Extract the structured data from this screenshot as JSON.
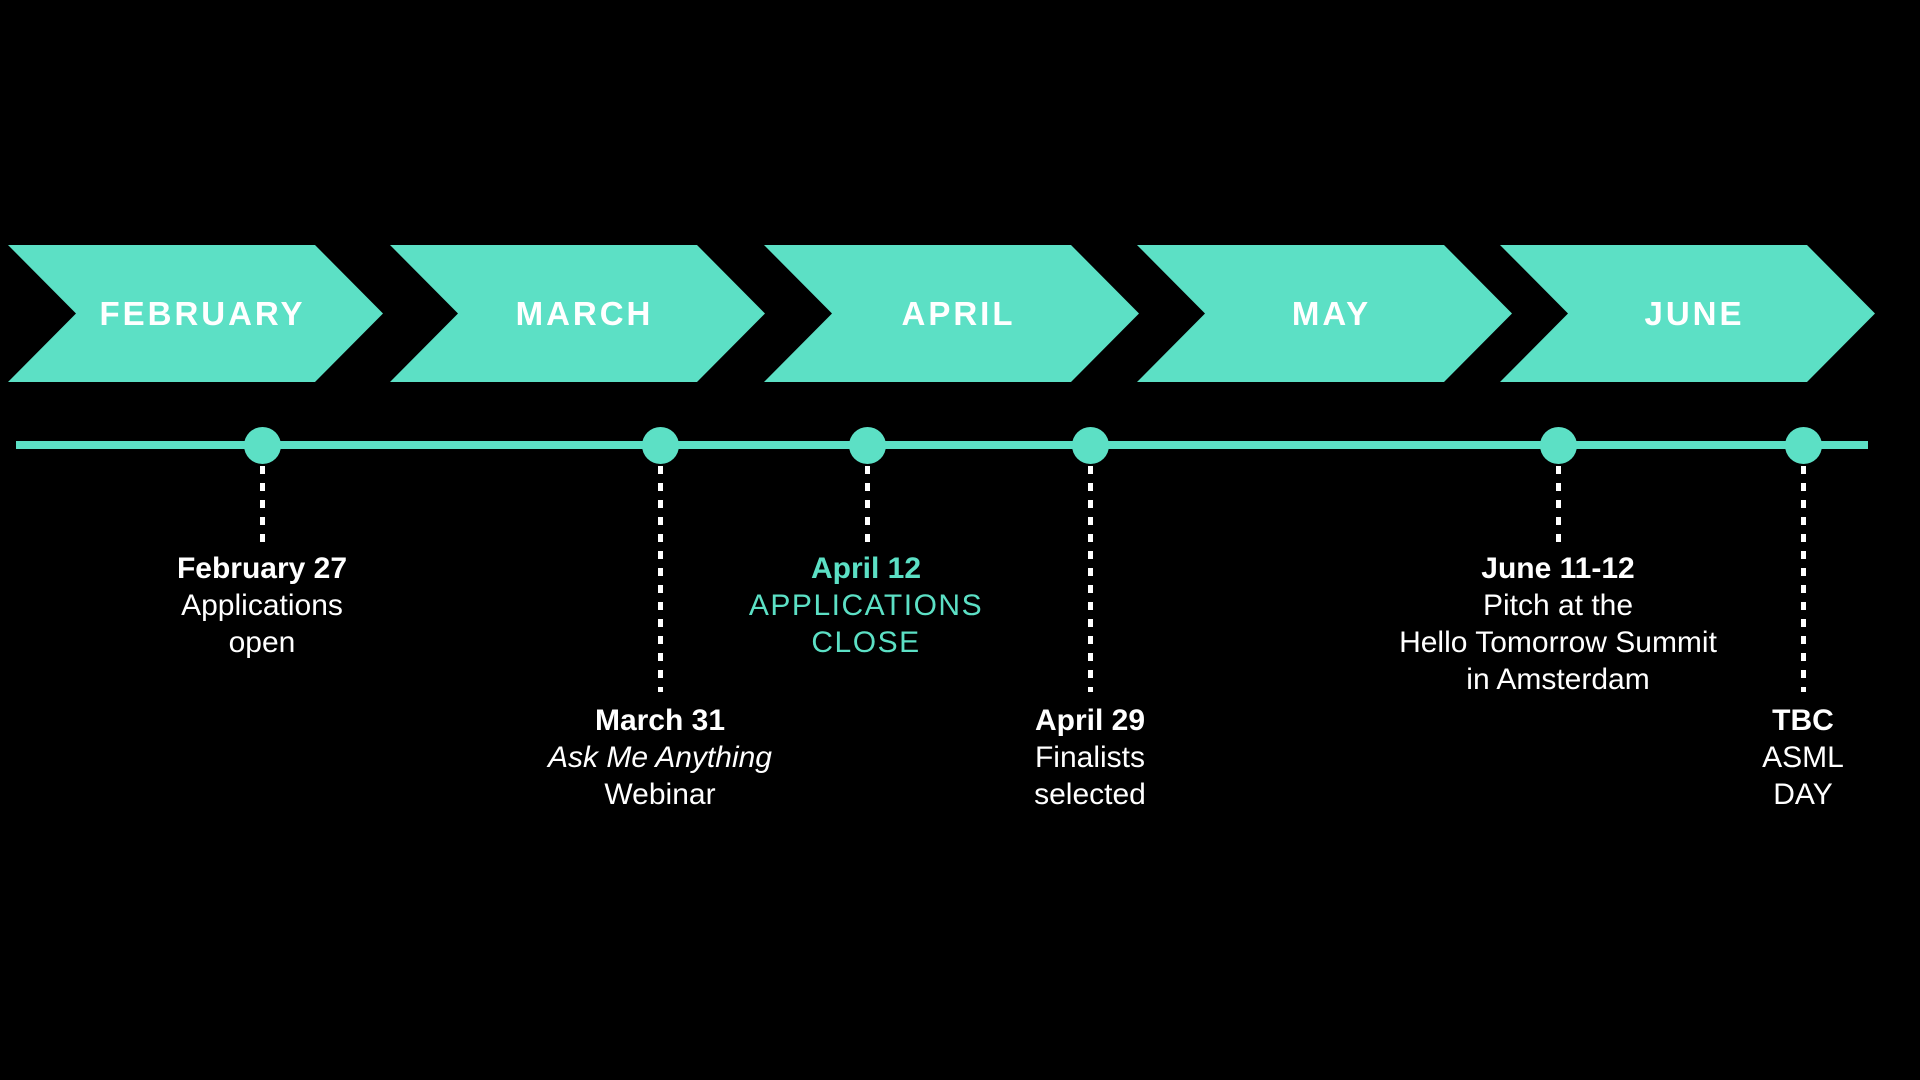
{
  "colors": {
    "background": "#000000",
    "accent": "#5CE0C5",
    "text": "#FFFFFF"
  },
  "months": [
    {
      "label": "FEBRUARY"
    },
    {
      "label": "MARCH"
    },
    {
      "label": "APRIL"
    },
    {
      "label": "MAY"
    },
    {
      "label": "JUNE"
    }
  ],
  "events": [
    {
      "id": "february-27",
      "date": "February 27",
      "lines": [
        "Applications",
        "open"
      ]
    },
    {
      "id": "march-31",
      "date": "March 31",
      "lines": [
        "Ask Me Anything",
        "Webinar"
      ]
    },
    {
      "id": "april-12",
      "date": "April 12",
      "lines": [
        "APPLICATIONS",
        "CLOSE"
      ]
    },
    {
      "id": "april-29",
      "date": "April 29",
      "lines": [
        "Finalists",
        "selected"
      ]
    },
    {
      "id": "june-11-12",
      "date": "June 11-12",
      "lines": [
        "Pitch at the",
        "Hello Tomorrow Summit",
        "in Amsterdam"
      ]
    },
    {
      "id": "tbc",
      "date": "TBC",
      "lines": [
        "ASML",
        "DAY"
      ]
    }
  ]
}
